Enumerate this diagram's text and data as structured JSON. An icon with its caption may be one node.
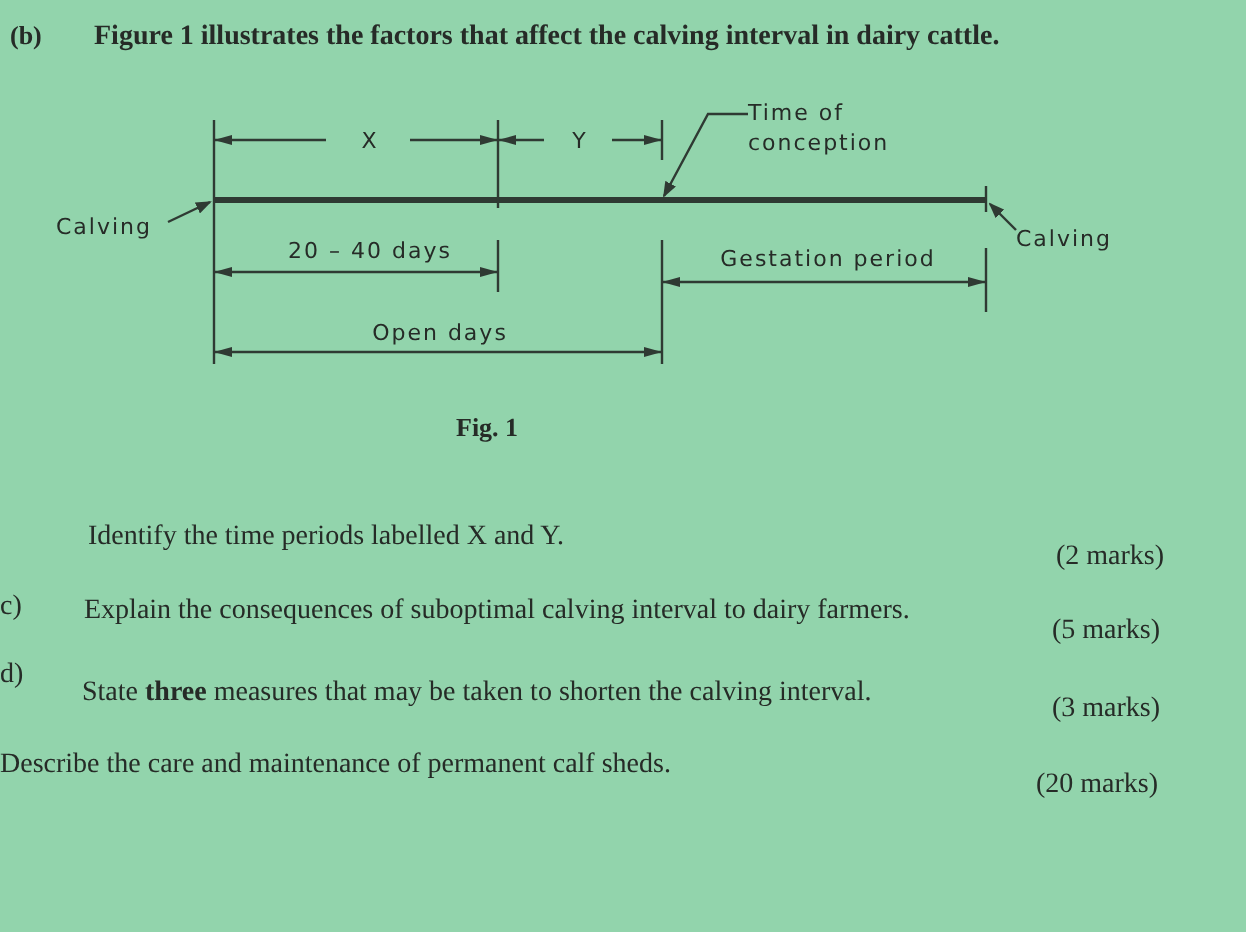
{
  "diagram": {
    "caption": "Fig. 1",
    "nodes": [
      {
        "text": [
          "Time of conception"
        ]
      },
      {
        "text": [
          "Calving"
        ]
      },
      {
        "text": [
          "Calving"
        ]
      }
    ],
    "edges": [
      {
        "from": 0,
        "to": null,
        "arrow": "to"
      },
      {
        "from": 1,
        "to": null,
        "arrow": "to"
      },
      {
        "from": 2,
        "to": null,
        "arrow": "to"
      }
    ],
    "labels": [
      "(b)",
      "Figure 1 illustrates the factors that affect the calving interval in dairy cattle.",
      "X",
      "Y",
      "20 – 40 days",
      "Gestation period",
      "Open days",
      "Identify the time periods labelled X and Y.",
      "(2 marks)",
      "c)",
      "Explain the consequences of suboptimal calving interval to dairy farmers.",
      "(5 marks)",
      "d)",
      "State **three** measures that may be taken to shorten the calving interval.",
      "(3 marks)",
      "Describe the care and maintenance of permanent calf sheds.",
      "(20 marks)"
    ]
  }
}
